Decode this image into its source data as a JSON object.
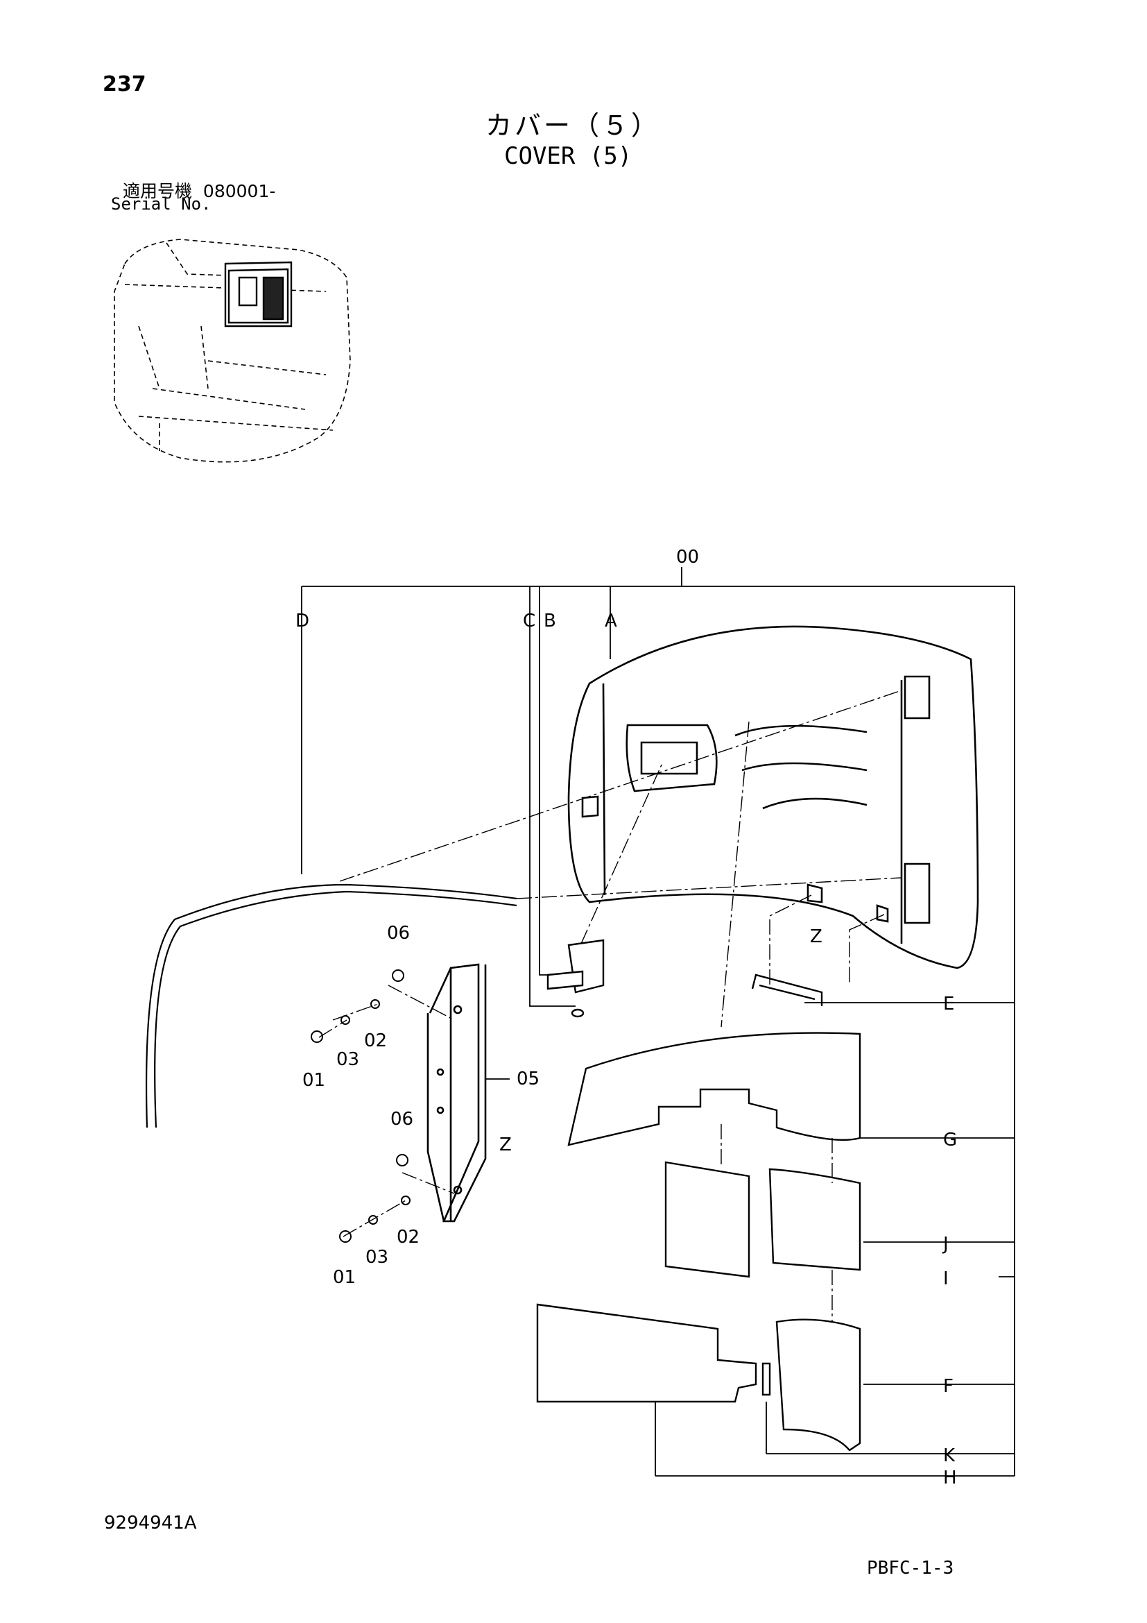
{
  "header": {
    "page_number": "237",
    "title_ja": "カバー（５）",
    "title_en": "COVER (5)",
    "serial_label_ja": "適用号機",
    "serial_value": "080001-",
    "serial_label_en": "Serial No."
  },
  "labels": {
    "00": "00",
    "A": "A",
    "B": "B",
    "C": "C",
    "D": "D",
    "E": "E",
    "F": "F",
    "G": "G",
    "H": "H",
    "I": "I",
    "J": "J",
    "K": "K",
    "Z1": "Z",
    "Z2": "Z",
    "p06a": "06",
    "p06b": "06",
    "p05": "05",
    "p01a": "01",
    "p03a": "03",
    "p02a": "02",
    "p01b": "01",
    "p03b": "03",
    "p02b": "02"
  },
  "footer": {
    "doc_number": "9294941A",
    "page_code": "PBFC-1-3"
  }
}
